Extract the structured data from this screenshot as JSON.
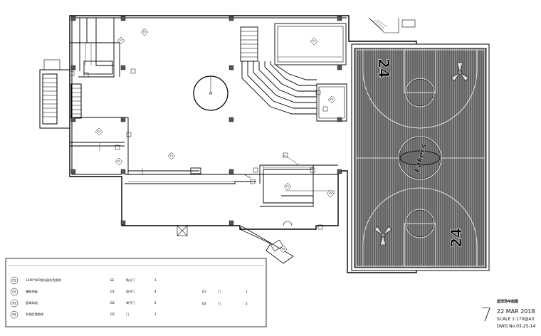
{
  "court": {
    "number": "24",
    "logo_text": "Lakers"
  },
  "tags": [
    "P1",
    "P1",
    "P1",
    "P1",
    "P1",
    "P1",
    "P2",
    "P2",
    "P3",
    "P4"
  ],
  "legend": {
    "left_rows": [
      {
        "code": "P1",
        "desc": "1200*600哑光面灰色瓷砖"
      },
      {
        "code": "P2",
        "desc": "橡胶地板"
      },
      {
        "code": "P3",
        "desc": "篮球场地"
      },
      {
        "code": "P4",
        "desc": "灰色防滑地砖"
      }
    ],
    "mid_rows": [
      {
        "code": "EE",
        "desc": "防火门",
        "qty": "1"
      },
      {
        "code": "D1",
        "desc": "双开门",
        "qty": "4"
      },
      {
        "code": "D2",
        "desc": "单开门",
        "qty": "2"
      },
      {
        "code": "D5",
        "desc": "门",
        "qty": "1"
      }
    ],
    "right_rows": [
      {
        "code": "D3",
        "desc": "门",
        "qty": "1"
      },
      {
        "code": "D4",
        "desc": "门",
        "qty": "2"
      }
    ]
  },
  "title_block": {
    "sheet_title": "篮球场平面图",
    "sheet_no": "7",
    "date": "22 MAR 2018",
    "scale": "SCALE 1:170@A3",
    "dwg": "DWG No.03-25-14"
  }
}
